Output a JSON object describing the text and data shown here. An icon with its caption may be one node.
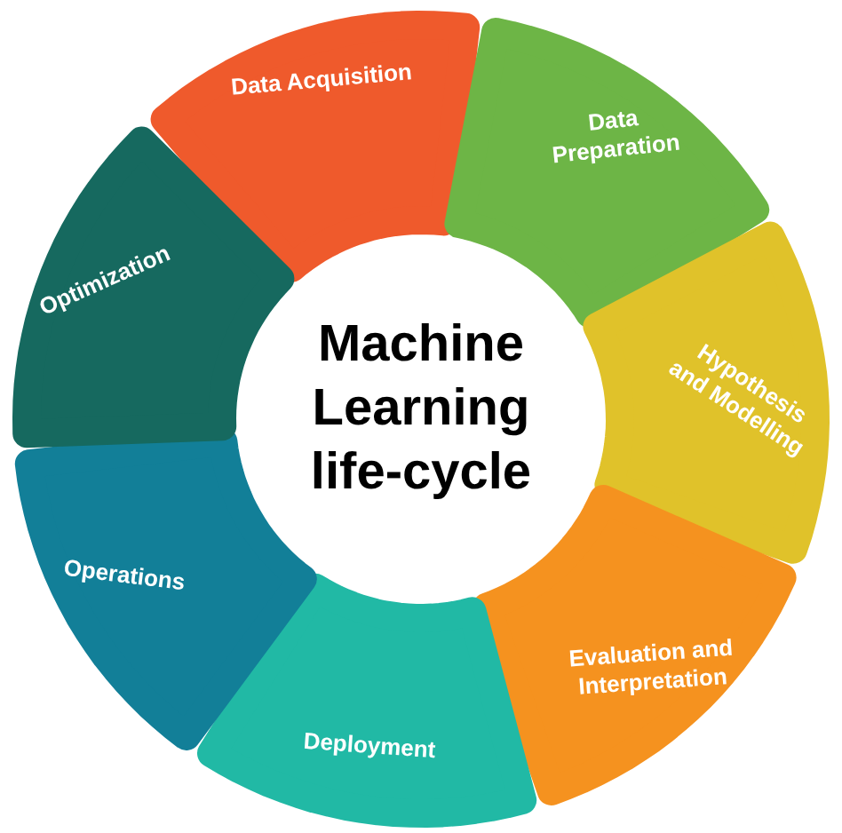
{
  "diagram": {
    "title": "Machine Learning life-cycle",
    "nodes": [
      {
        "text": [
          "Data Acquisition"
        ]
      },
      {
        "text": [
          "Data Preparation"
        ]
      },
      {
        "text": [
          "Hypothesis and Modelling"
        ]
      },
      {
        "text": [
          "Evaluation and Interpretation"
        ]
      },
      {
        "text": [
          "Deployment"
        ]
      },
      {
        "text": [
          "Operations"
        ]
      },
      {
        "text": [
          "Optimization"
        ]
      }
    ]
  }
}
